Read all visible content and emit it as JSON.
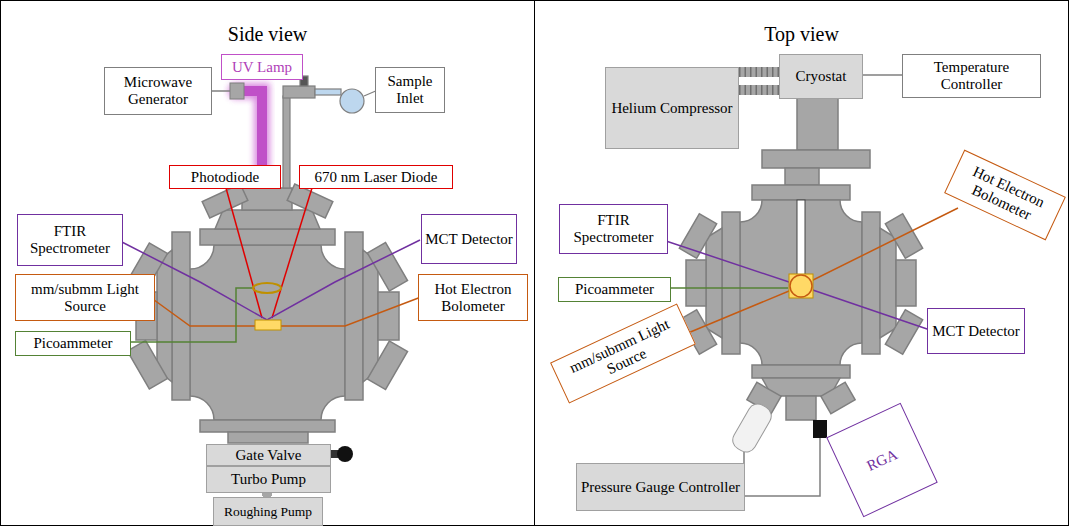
{
  "diagram": {
    "nodes": [
      {
        "text": [
          "Side view"
        ]
      },
      {
        "text": [
          "Microwave Generator"
        ],
        "in": 0
      },
      {
        "text": [
          "UV Lamp"
        ],
        "in": 0
      },
      {
        "text": [
          "Sample Inlet"
        ],
        "in": 0
      },
      {
        "text": [
          "Photodiode"
        ],
        "in": 0
      },
      {
        "text": [
          "670 nm Laser Diode"
        ],
        "in": 0
      },
      {
        "text": [
          "FTIR Spectrometer"
        ],
        "in": 0
      },
      {
        "text": [
          "MCT Detector"
        ],
        "in": 0
      },
      {
        "text": [
          "mm/submm Light Source"
        ],
        "in": 0
      },
      {
        "text": [
          "Hot Electron Bolometer"
        ],
        "in": 0
      },
      {
        "text": [
          "Picoammeter"
        ],
        "in": 0
      },
      {
        "text": [
          "Gate Valve"
        ],
        "in": 0
      },
      {
        "text": [
          "Turbo Pump"
        ],
        "in": 0
      },
      {
        "text": [
          "Roughing Pump"
        ],
        "in": 0
      },
      {
        "text": [
          "Top view"
        ]
      },
      {
        "text": [
          "Helium Compressor"
        ],
        "in": 14
      },
      {
        "text": [
          "Cryostat"
        ],
        "in": 14
      },
      {
        "text": [
          "Temperature Controller"
        ],
        "in": 14
      },
      {
        "text": [
          "FTIR Spectrometer"
        ],
        "in": 14
      },
      {
        "text": [
          "Hot Electron Bolometer"
        ],
        "in": 14
      },
      {
        "text": [
          "Picoammeter"
        ],
        "in": 14
      },
      {
        "text": [
          "MCT Detector"
        ],
        "in": 14
      },
      {
        "text": [
          "mm/submm Light Source"
        ],
        "in": 14
      },
      {
        "text": [
          "Pressure Gauge Controller"
        ],
        "in": 14
      },
      {
        "text": [
          "RGA"
        ],
        "in": 14
      }
    ],
    "edges": [
      {
        "from": 15,
        "to": 16,
        "arrow": "none"
      },
      {
        "from": 15,
        "to": 16,
        "arrow": "none"
      },
      {
        "from": 16,
        "to": 17,
        "arrow": "none"
      },
      {
        "from": 12,
        "to": 13,
        "arrow": "none"
      }
    ]
  }
}
